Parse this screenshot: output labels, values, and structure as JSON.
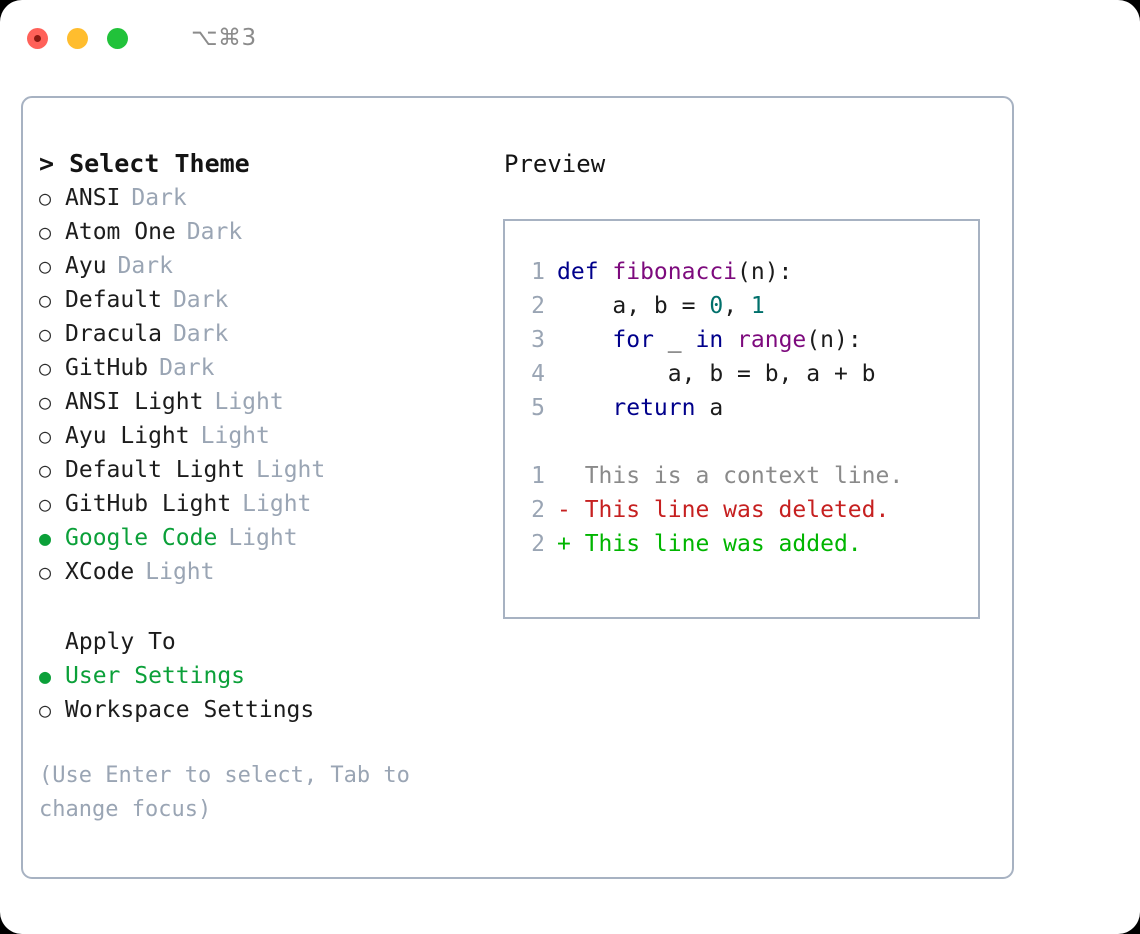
{
  "titlebar": {
    "shortcut": "⌥⌘3",
    "buttons": [
      {
        "name": "close",
        "color": "#ff6159"
      },
      {
        "name": "minimize",
        "color": "#ffbd2e"
      },
      {
        "name": "maximize",
        "color": "#21c23a"
      }
    ]
  },
  "colors": {
    "accent_green": "#0ba039",
    "muted": "#9aa5b4",
    "border": "#a7b2c2",
    "text": "#1c1c1c",
    "keyword": "#00008b",
    "function": "#7d0a7d",
    "number": "#00706b",
    "diff_delete": "#c62020",
    "diff_add": "#00b500",
    "diff_context": "#8a8a8a"
  },
  "left": {
    "heading": "> Select Theme",
    "bullet_off": "○",
    "bullet_on": "●",
    "themes": [
      {
        "label": "ANSI",
        "tag": "Dark",
        "selected": false
      },
      {
        "label": "Atom One",
        "tag": "Dark",
        "selected": false
      },
      {
        "label": "Ayu",
        "tag": "Dark",
        "selected": false
      },
      {
        "label": "Default",
        "tag": "Dark",
        "selected": false
      },
      {
        "label": "Dracula",
        "tag": "Dark",
        "selected": false
      },
      {
        "label": "GitHub",
        "tag": "Dark",
        "selected": false
      },
      {
        "label": "ANSI Light",
        "tag": "Light",
        "selected": false
      },
      {
        "label": "Ayu Light",
        "tag": "Light",
        "selected": false
      },
      {
        "label": "Default Light",
        "tag": "Light",
        "selected": false
      },
      {
        "label": "GitHub Light",
        "tag": "Light",
        "selected": false
      },
      {
        "label": "Google Code",
        "tag": "Light",
        "selected": true
      },
      {
        "label": "XCode",
        "tag": "Light",
        "selected": false
      }
    ],
    "apply_to_title": "Apply To",
    "apply_to": [
      {
        "label": "User Settings",
        "selected": true
      },
      {
        "label": "Workspace Settings",
        "selected": false
      }
    ],
    "hint": "(Use Enter to select, Tab to change focus)"
  },
  "right": {
    "preview_title": "Preview",
    "code": [
      {
        "no": "1",
        "tokens": [
          {
            "t": "def ",
            "c": "kw"
          },
          {
            "t": "fibonacci",
            "c": "fn"
          },
          {
            "t": "(n):",
            "c": "pl"
          }
        ]
      },
      {
        "no": "2",
        "tokens": [
          {
            "t": "    a, b = ",
            "c": "pl"
          },
          {
            "t": "0",
            "c": "num"
          },
          {
            "t": ", ",
            "c": "pl"
          },
          {
            "t": "1",
            "c": "num"
          }
        ]
      },
      {
        "no": "3",
        "tokens": [
          {
            "t": "    ",
            "c": "pl"
          },
          {
            "t": "for",
            "c": "kw"
          },
          {
            "t": " _ ",
            "c": "pl"
          },
          {
            "t": "in",
            "c": "kw"
          },
          {
            "t": " ",
            "c": "pl"
          },
          {
            "t": "range",
            "c": "fn"
          },
          {
            "t": "(n):",
            "c": "pl"
          }
        ]
      },
      {
        "no": "4",
        "tokens": [
          {
            "t": "        a, b = b, a + b",
            "c": "pl"
          }
        ]
      },
      {
        "no": "5",
        "tokens": [
          {
            "t": "    ",
            "c": "pl"
          },
          {
            "t": "return",
            "c": "kw"
          },
          {
            "t": " a",
            "c": "pl"
          }
        ]
      }
    ],
    "diff": [
      {
        "no": "1",
        "marker": "  ",
        "text": "This is a context line.",
        "kind": "ctx"
      },
      {
        "no": "2",
        "marker": "- ",
        "text": "This line was deleted.",
        "kind": "del"
      },
      {
        "no": "2",
        "marker": "+ ",
        "text": "This line was added.",
        "kind": "add"
      }
    ]
  }
}
